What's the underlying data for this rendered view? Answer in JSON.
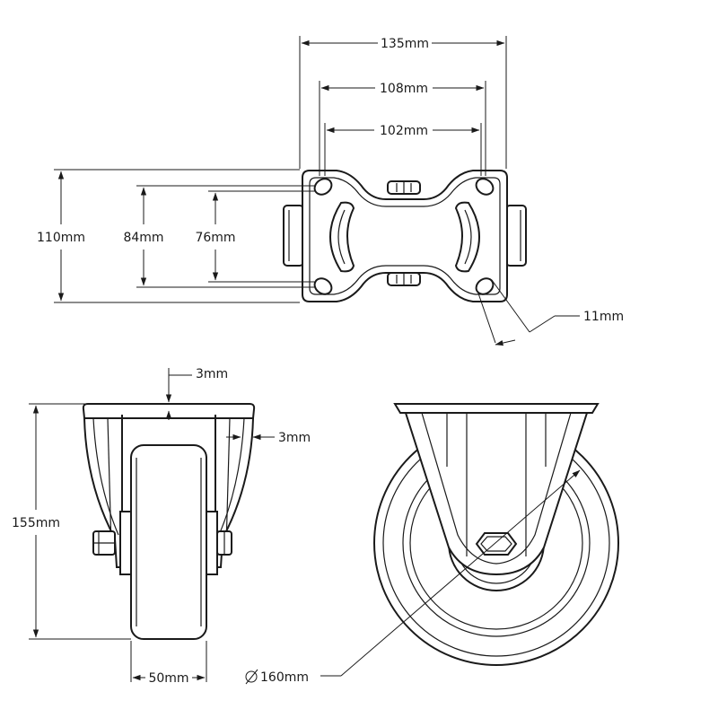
{
  "dimensions": {
    "plate_width": "135mm",
    "hole_spacing_outer": "108mm",
    "hole_spacing_inner": "102mm",
    "plate_height": "110mm",
    "hole_spacing_vertical_outer": "84mm",
    "hole_spacing_vertical_inner": "76mm",
    "bolt_hole": "11mm",
    "plate_thickness": "3mm",
    "bracket_thickness": "3mm",
    "overall_height": "155mm",
    "wheel_width": "50mm",
    "wheel_diameter": "160mm"
  },
  "symbols": {
    "diameter": "∅"
  },
  "colors": {
    "line": "#1a1a1a",
    "background": "#ffffff"
  }
}
